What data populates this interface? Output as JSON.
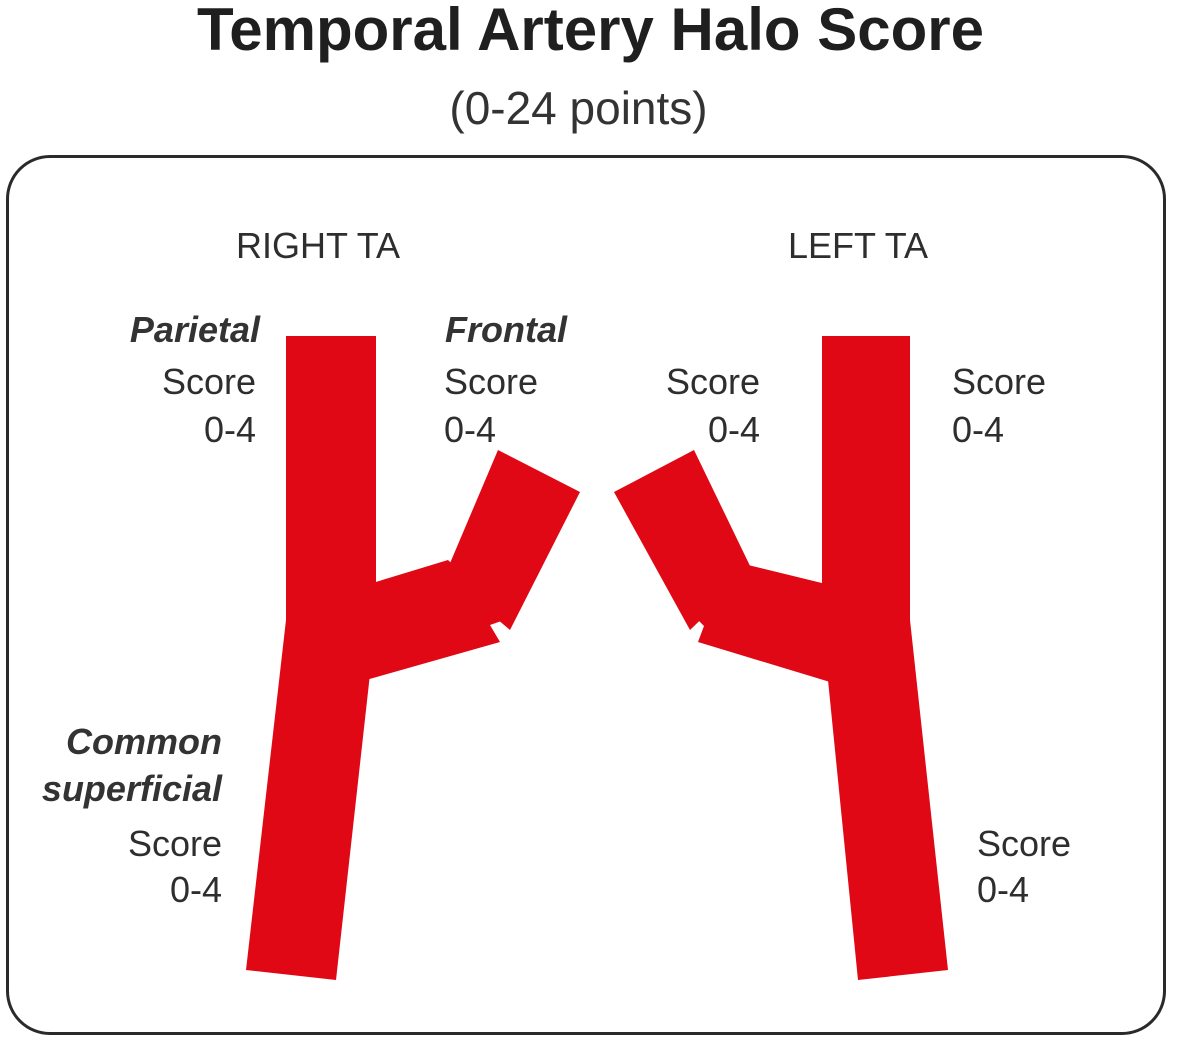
{
  "title": "Temporal Artery Halo Score",
  "subtitle": "(0-24 points)",
  "sides": {
    "right": {
      "heading": "RIGHT TA",
      "parietal": {
        "name": "Parietal",
        "score_label": "Score",
        "score_range": "0-4"
      },
      "frontal": {
        "name": "Frontal",
        "score_label": "Score",
        "score_range": "0-4"
      },
      "common": {
        "name_line1": "Common",
        "name_line2": "superficial",
        "score_label": "Score",
        "score_range": "0-4"
      }
    },
    "left": {
      "heading": "LEFT TA",
      "frontal": {
        "score_label": "Score",
        "score_range": "0-4"
      },
      "parietal": {
        "score_label": "Score",
        "score_range": "0-4"
      },
      "common": {
        "score_label": "Score",
        "score_range": "0-4"
      }
    }
  },
  "colors": {
    "artery": "#e00814",
    "text": "#2e2e2e",
    "frame": "#2a2a2a"
  }
}
